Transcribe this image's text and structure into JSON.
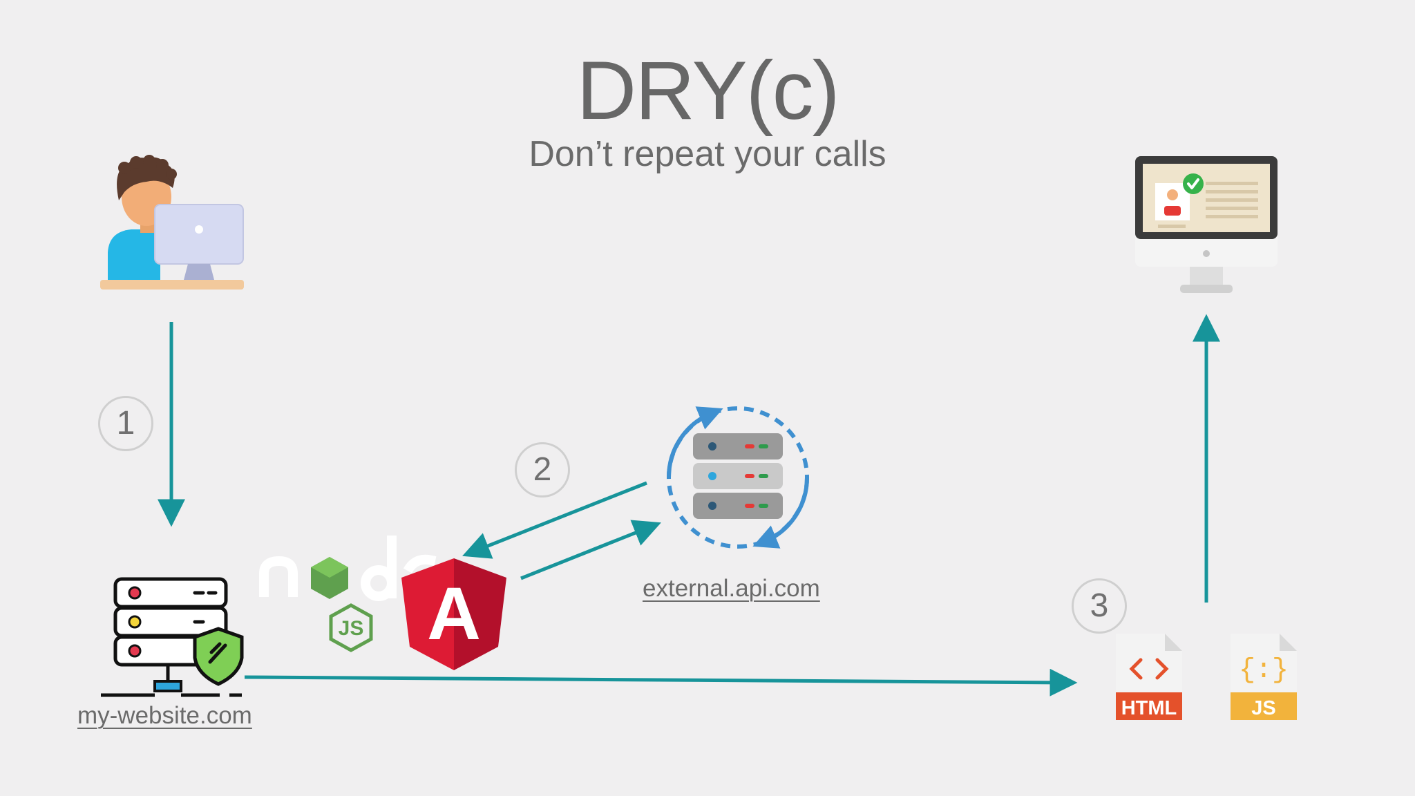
{
  "title": "DRY(c)",
  "subtitle": "Don’t repeat your calls",
  "steps": [
    "1",
    "2",
    "3"
  ],
  "links": {
    "my_website": "my-website.com",
    "external_api": "external.api.com"
  },
  "file_labels": {
    "html": "HTML",
    "js": "JS"
  },
  "logos": {
    "node": "node",
    "node_js": "JS"
  },
  "angular_letter": "A",
  "colors": {
    "background": "#f0eff0",
    "arrow": "#17949a",
    "angular": "#dd1b34",
    "node_green": "#5fa04e",
    "html_orange": "#e4512b",
    "js_yellow": "#f2b33c",
    "sync_blue": "#3f90d0"
  }
}
